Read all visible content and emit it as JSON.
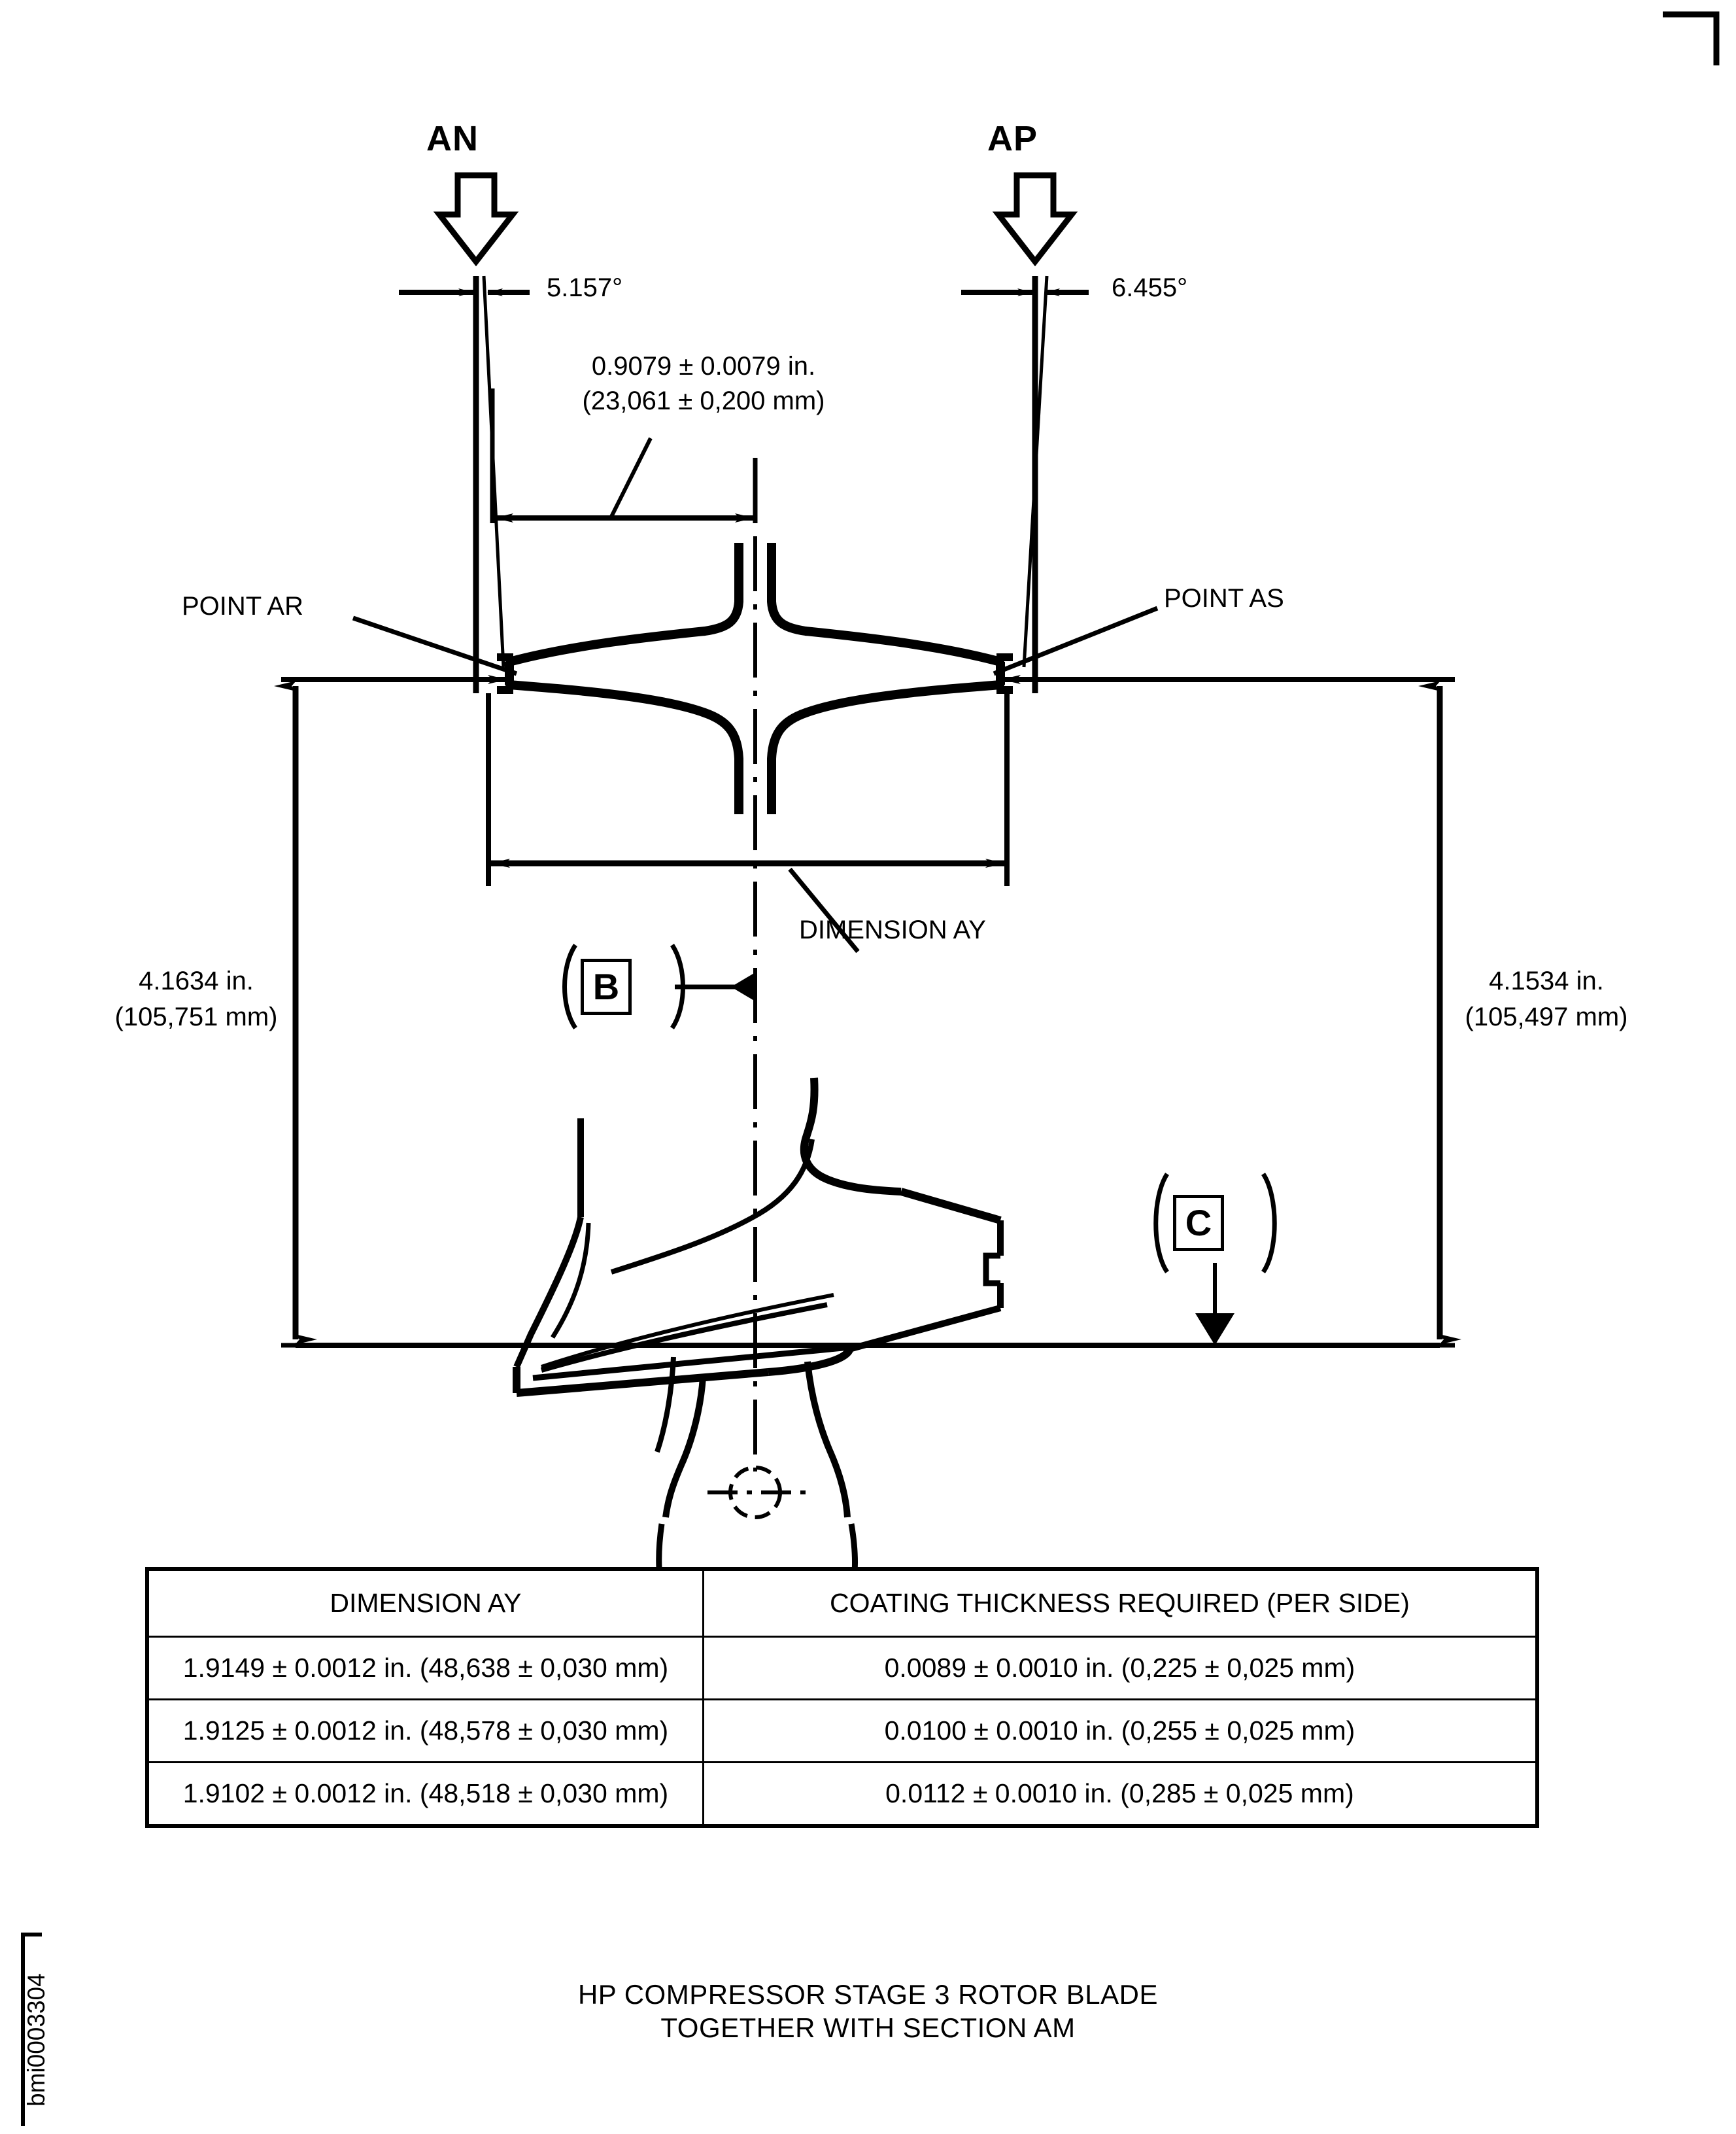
{
  "drawing": {
    "doc_id": "bmi0003304",
    "caption_line1": "HP COMPRESSOR STAGE 3 ROTOR BLADE",
    "caption_line2": "TOGETHER WITH SECTION AM",
    "section_flags": [
      {
        "name": "AN",
        "label": "AN"
      },
      {
        "name": "AP",
        "label": "AP"
      }
    ],
    "angles": [
      {
        "name": "angle-an",
        "label": "5.157°"
      },
      {
        "name": "angle-ap",
        "label": "6.455°"
      }
    ],
    "chord_dim": {
      "inch": "0.9079 ± 0.0079 in.",
      "mm": "(23,061 ± 0,200 mm)"
    },
    "point_labels": [
      {
        "name": "point-ar",
        "label": "POINT AR"
      },
      {
        "name": "point-as",
        "label": "POINT AS"
      }
    ],
    "dimension_ay_label": "DIMENSION AY",
    "height_left": {
      "inch": "4.1634 in.",
      "mm": "(105,751 mm)"
    },
    "height_right": {
      "inch": "4.1534 in.",
      "mm": "(105,497 mm)"
    },
    "datums": [
      {
        "name": "datum-b",
        "label": "B"
      },
      {
        "name": "datum-c",
        "label": "C"
      }
    ],
    "line_color": "#000000",
    "background_color": "#ffffff"
  },
  "table": {
    "headers": [
      "DIMENSION AY",
      "COATING THICKNESS REQUIRED (PER SIDE)"
    ],
    "rows": [
      [
        "1.9149 ± 0.0012 in. (48,638 ± 0,030 mm)",
        "0.0089 ± 0.0010 in. (0,225 ± 0,025 mm)"
      ],
      [
        "1.9125 ± 0.0012 in. (48,578 ± 0,030 mm)",
        "0.0100 ± 0.0010 in. (0,255 ± 0,025 mm)"
      ],
      [
        "1.9102 ± 0.0012 in. (48,518 ± 0,030 mm)",
        "0.0112 ± 0.0010 in. (0,285 ± 0,025 mm)"
      ]
    ]
  }
}
